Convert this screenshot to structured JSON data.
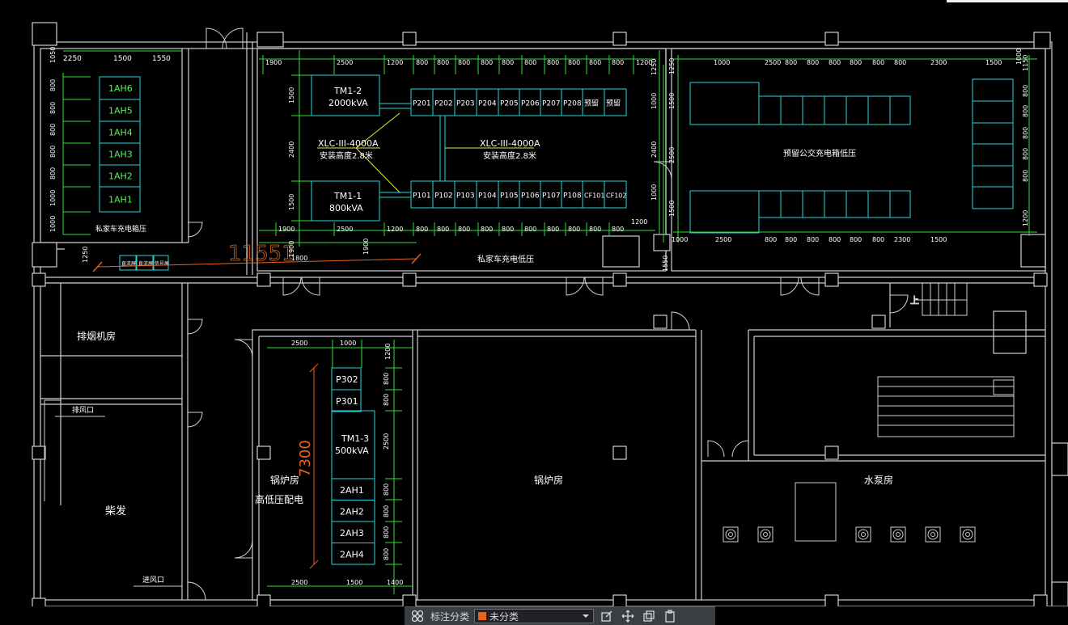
{
  "colors": {
    "wall": "#cfcfcf",
    "equipment": "#27d3d8",
    "dimension": "#35e035",
    "dimension_text": "#ffffff",
    "annotation": "#e8621a",
    "text": "#ffffff",
    "label_green": "#58f058",
    "xlc_yellow": "#e6e640"
  },
  "drawing": {
    "panels_1ah": [
      "1AH6",
      "1AH5",
      "1AH4",
      "1AH3",
      "1AH2",
      "1AH1"
    ],
    "dims_left_top": [
      "2250",
      "1500",
      "1550"
    ],
    "dims_left_vertical": [
      "1050",
      "800",
      "800",
      "800",
      "800",
      "800",
      "1000",
      "1000"
    ],
    "label_left_room": "私家车充电箱压",
    "small_boxes": [
      "直流屏",
      "直流屏",
      "信号屏"
    ],
    "dim_1250": "1250",
    "tm1_2_line1": "TM1-2",
    "tm1_2_line2": "2000kVA",
    "tm1_1_line1": "TM1-1",
    "tm1_1_line2": "800kVA",
    "p200_row": [
      "P201",
      "P202",
      "P203",
      "P204",
      "P205",
      "P206",
      "P207",
      "P208",
      "预留",
      "预留"
    ],
    "p100_row": [
      "P101",
      "P102",
      "P103",
      "P104",
      "P105",
      "P106",
      "P107",
      "P108",
      "CF101",
      "CF102"
    ],
    "xlc_left_1": "XLC-III-4000A",
    "xlc_left_2": "安装高度2.8米",
    "xlc_right_1": "XLC-III-4000A",
    "xlc_right_2": "安装高度2.8米",
    "dims_mid_top": [
      "1900",
      "2500",
      "1200",
      "800",
      "800",
      "800",
      "800",
      "800",
      "800",
      "800",
      "800",
      "800",
      "800",
      "1200"
    ],
    "dims_mid_bottom": [
      "1900",
      "2500",
      "1200",
      "800",
      "800",
      "800",
      "800",
      "800",
      "800",
      "800",
      "800",
      "800",
      "800"
    ],
    "dims_mid_vertical": [
      "1500",
      "2400",
      "1500"
    ],
    "dims_mid_right_vertical": [
      "1250",
      "1000",
      "2400",
      "1000",
      "1200"
    ],
    "dim_1900": "1900",
    "dim_1800": "1800",
    "dim_orange": "11551",
    "label_mid_room": "私家车充电低压",
    "dims_right_top": [
      "1000",
      "2500",
      "800",
      "800",
      "800",
      "800",
      "800",
      "800",
      "2300",
      "1500",
      "1000"
    ],
    "dims_right_bottom": [
      "1000",
      "2500",
      "800",
      "800",
      "800",
      "800",
      "800",
      "800",
      "2300",
      "1500"
    ],
    "dims_right_left_vertical": [
      "1250",
      "1500",
      "2500",
      "1500",
      "1550"
    ],
    "dims_right_right_vertical": [
      "1150",
      "800",
      "800",
      "800",
      "800",
      "800",
      "1200"
    ],
    "label_right_room": "预留公交充电箱低压",
    "label_exhaust": "排烟机房",
    "label_exhaust_outlet": "排风口",
    "label_diesel": "柴发",
    "label_inlet": "进风口",
    "label_boiler_hv_1": "锅炉房",
    "label_boiler_hv_2": "高低压配电",
    "label_boiler": "锅炉房",
    "label_pump": "水泵房",
    "panels_p300": [
      "P302",
      "P301"
    ],
    "tm1_3_line1": "TM1-3",
    "tm1_3_line2": "500kVA",
    "panels_2ah": [
      "2AH1",
      "2AH2",
      "2AH3",
      "2AH4"
    ],
    "dims_boiler_top": [
      "2500",
      "1000",
      "1200"
    ],
    "dims_boiler_bottom": [
      "2500",
      "1500",
      "1400"
    ],
    "dims_boiler_vertical": [
      "800",
      "800",
      "2500",
      "800",
      "800",
      "800",
      "800"
    ],
    "dim_7300": "7300",
    "stair_up": "上"
  },
  "toolbar": {
    "label": "标注分类",
    "selected": "未分类",
    "icons": [
      "grid-icon",
      "edit-icon",
      "move-icon",
      "copy-icon",
      "paste-icon"
    ]
  }
}
